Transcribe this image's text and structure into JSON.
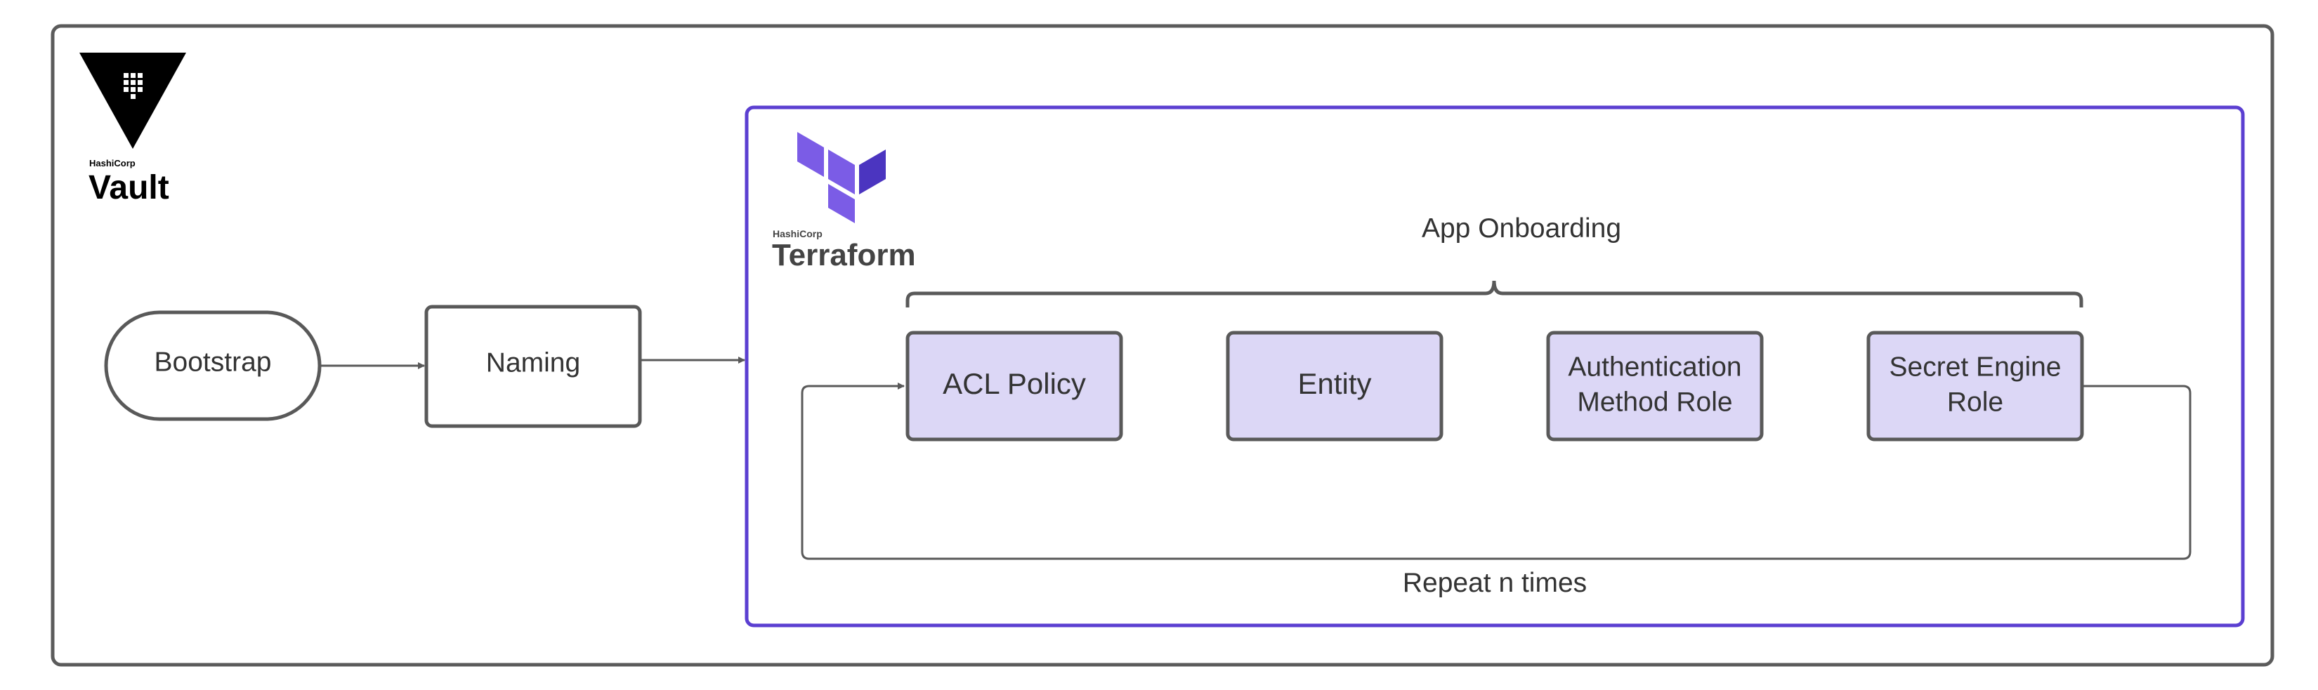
{
  "logos": {
    "vault": {
      "brand": "HashiCorp",
      "name": "Vault",
      "icon": "vault-triangle-icon",
      "color": "#000000"
    },
    "terraform": {
      "brand": "HashiCorp",
      "name": "Terraform",
      "icon": "terraform-blocks-icon",
      "color": "#5C4EE5"
    }
  },
  "flow": {
    "bootstrap": "Bootstrap",
    "naming": "Naming"
  },
  "onboarding": {
    "title": "App Onboarding",
    "steps": [
      {
        "lines": [
          "ACL Policy"
        ]
      },
      {
        "lines": [
          "Entity"
        ]
      },
      {
        "lines": [
          "Authentication",
          "Method Role"
        ]
      },
      {
        "lines": [
          "Secret Engine",
          "Role"
        ]
      }
    ],
    "loop_label": "Repeat n times"
  },
  "colors": {
    "outer_border": "#5b5b5b",
    "terraform_border": "#5b3fd1",
    "step_fill": "#dcd7f6",
    "connector": "#595959",
    "text": "#333333"
  }
}
